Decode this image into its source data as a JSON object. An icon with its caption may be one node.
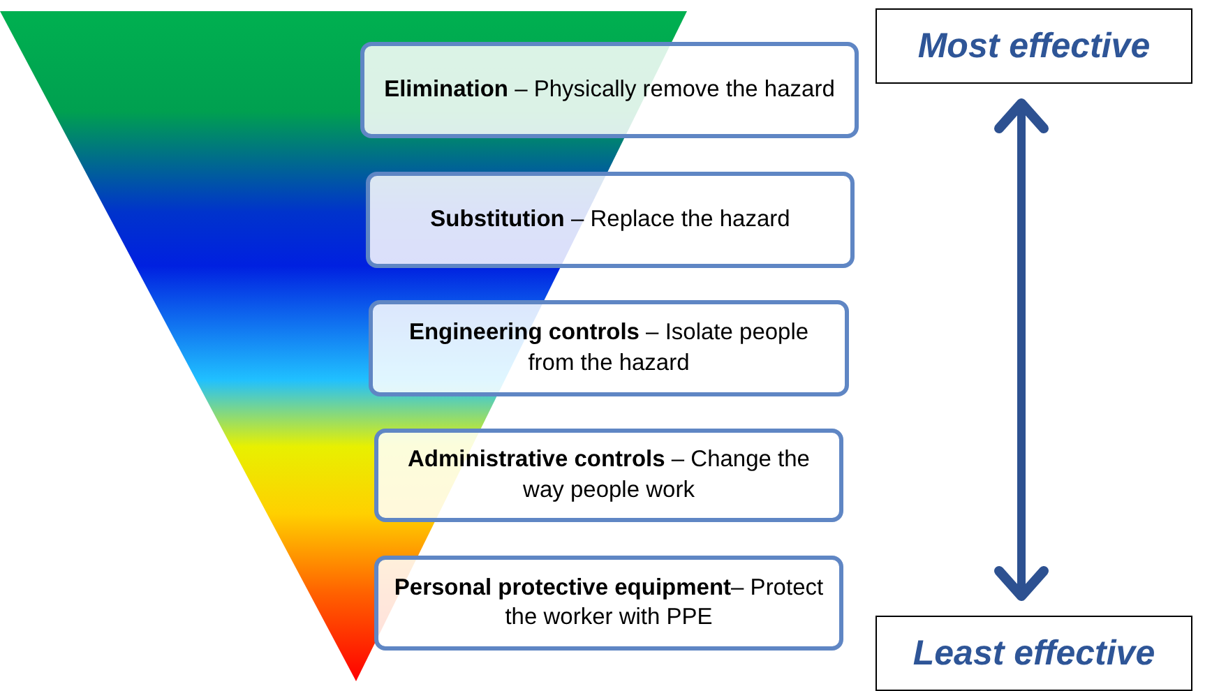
{
  "diagram": {
    "nodes": [
      {
        "text": [
          "**Elimination** – Physically remove the hazard"
        ]
      },
      {
        "text": [
          "**Substitution** – Replace the hazard"
        ]
      },
      {
        "text": [
          "**Engineering controls** – Isolate people from the hazard"
        ]
      },
      {
        "text": [
          "**Administrative controls** – Change the way people work"
        ]
      },
      {
        "text": [
          "**Personal protective equipment**– Protect the worker with PPE"
        ]
      },
      {
        "text": [
          "Most effective"
        ]
      },
      {
        "text": [
          "Least effective"
        ]
      }
    ],
    "edges": [
      {
        "from": 5,
        "to": 6,
        "arrow": "both"
      }
    ]
  }
}
